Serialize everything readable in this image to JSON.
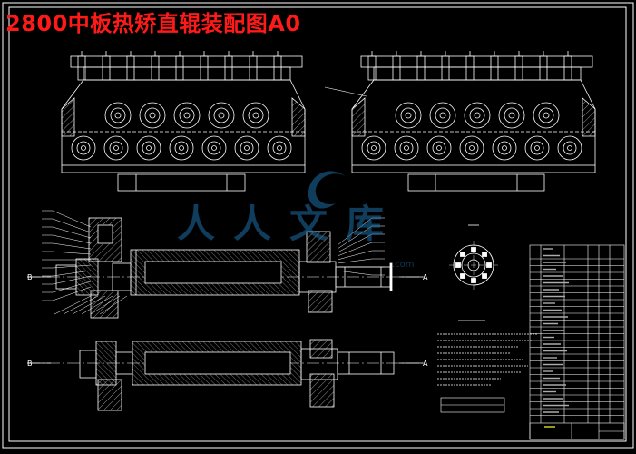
{
  "title": "2800中板热矫直辊装配图A0",
  "watermark": {
    "text": "人人文库",
    "domain": ".com"
  },
  "labels": {
    "b_left_upper": "B",
    "a_right_upper": "A",
    "b_left_lower": "B",
    "a_right_lower": "A"
  },
  "colors": {
    "background": "#000000",
    "title": "#ff1a1a",
    "lines": "#ffffff",
    "watermark": "#1e6fa8",
    "hatch": "#cfcfcf",
    "accent_yellow": "#ffff33"
  }
}
